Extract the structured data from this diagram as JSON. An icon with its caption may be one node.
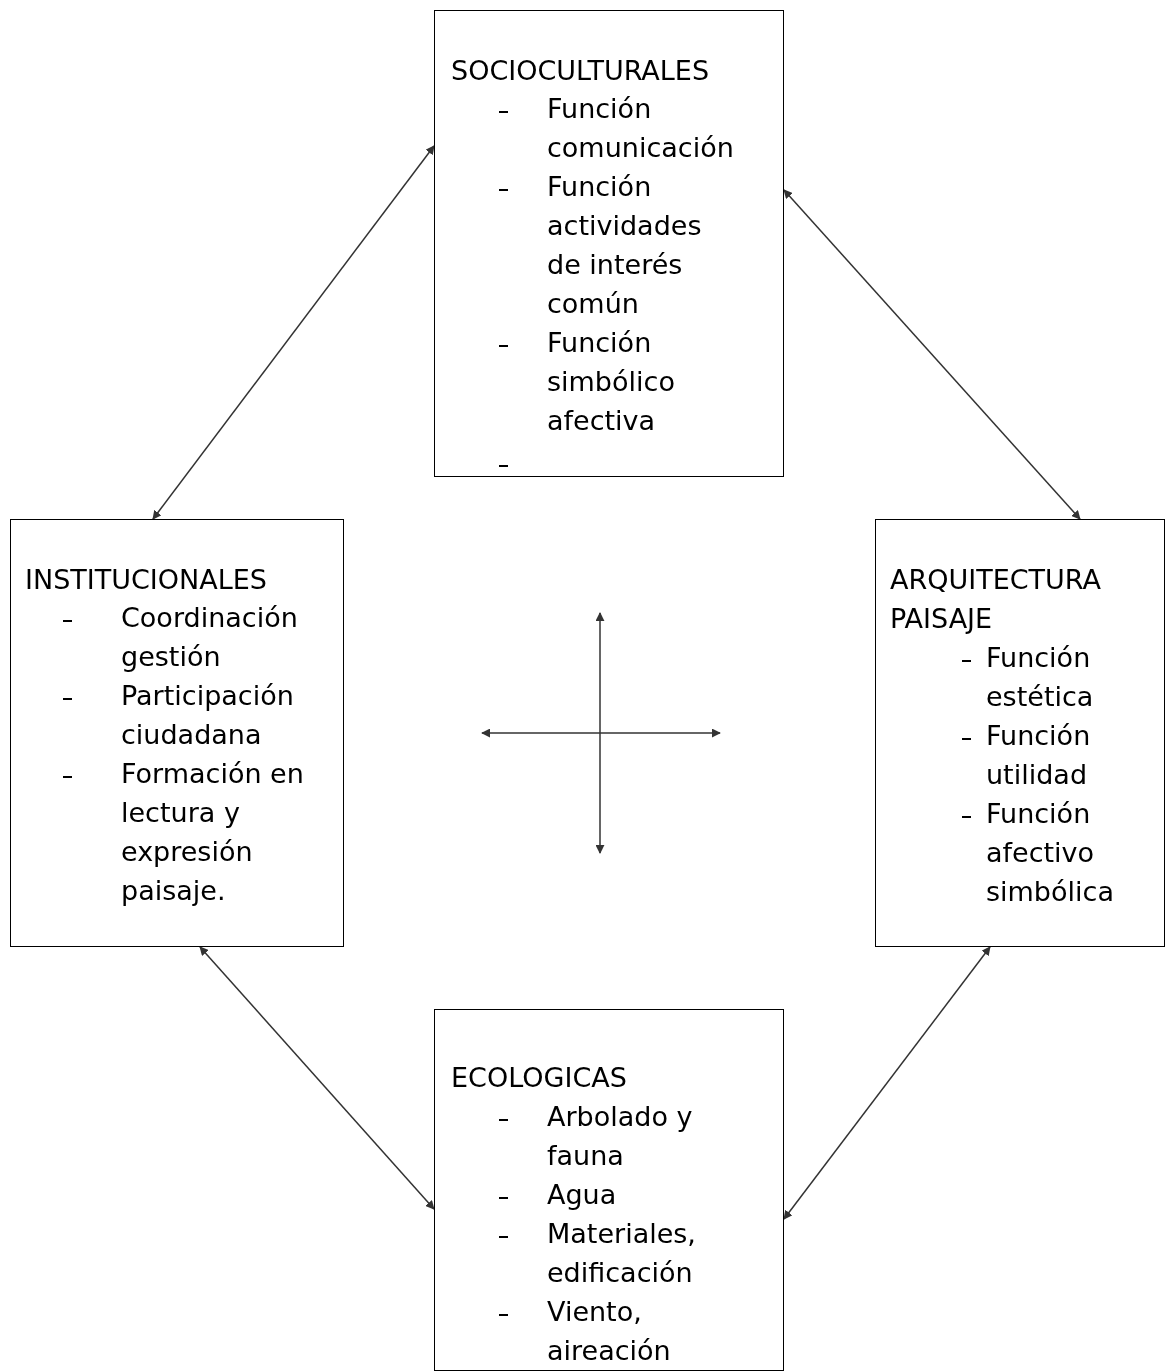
{
  "diagram": {
    "nodes": [
      {
        "text": [
          "SOCIOCULTURALES",
          "Función comunicación",
          "Función actividades de interés común",
          "Función simbólico afectiva"
        ]
      },
      {
        "text": [
          "INSTITUCIONALES",
          "Coordinación gestión",
          "Participación ciudadana",
          "Formación en lectura y expresión paisaje."
        ]
      },
      {
        "text": [
          "ARQUITECTURA PAISAJE",
          "Función estética",
          "Función utilidad",
          "Función afectivo simbólica"
        ]
      },
      {
        "text": [
          "ECOLOGICAS",
          "Arbolado y fauna",
          "Agua",
          "Materiales, edificación",
          "Viento, aireación"
        ]
      }
    ],
    "edges": [
      {
        "from": 0,
        "to": 1,
        "arrow": "both"
      },
      {
        "from": 0,
        "to": 2,
        "arrow": "both"
      },
      {
        "from": 1,
        "to": 3,
        "arrow": "both"
      },
      {
        "from": 2,
        "to": 3,
        "arrow": "both"
      }
    ]
  }
}
